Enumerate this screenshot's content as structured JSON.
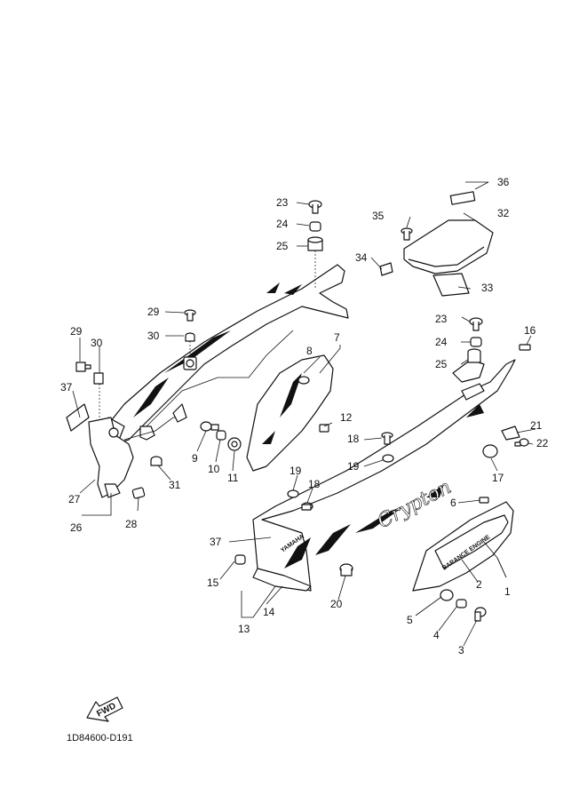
{
  "diagram_code": "1D84600-D191",
  "fwd_label": "FWD",
  "logo_text": "Crypton",
  "badge_text": "BARANCE ENGINE",
  "brand_text": "YAMAHA",
  "callouts": {
    "c1": "1",
    "c2": "2",
    "c3": "3",
    "c4": "4",
    "c5": "5",
    "c6": "6",
    "c7": "7",
    "c8": "8",
    "c9": "9",
    "c10": "10",
    "c11": "11",
    "c12": "12",
    "c13": "13",
    "c14": "14",
    "c15": "15",
    "c16": "16",
    "c17": "17",
    "c18a": "18",
    "c18b": "18",
    "c19a": "19",
    "c19b": "19",
    "c20": "20",
    "c21": "21",
    "c22": "22",
    "c23a": "23",
    "c23b": "23",
    "c24a": "24",
    "c24b": "24",
    "c25a": "25",
    "c25b": "25",
    "c26": "26",
    "c27": "27",
    "c28": "28",
    "c29a": "29",
    "c29b": "29",
    "c30a": "30",
    "c30b": "30",
    "c31": "31",
    "c32": "32",
    "c33": "33",
    "c34": "34",
    "c35": "35",
    "c36": "36",
    "c37a": "37",
    "c37b": "37"
  }
}
